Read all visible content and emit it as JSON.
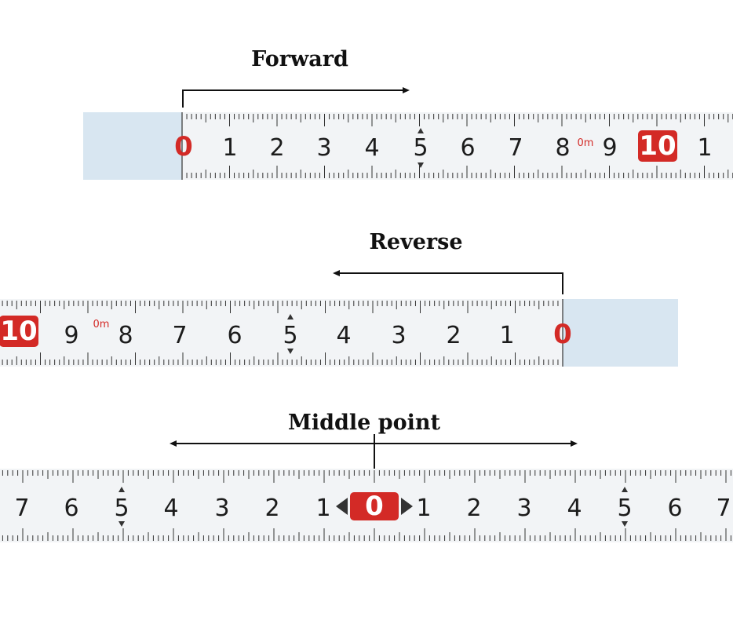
{
  "sections": [
    {
      "id": "forward",
      "title": "Forward",
      "direction": "right",
      "labels": [
        "0",
        "1",
        "2",
        "3",
        "4",
        "5",
        "6",
        "7",
        "8",
        "9",
        "10",
        "1"
      ],
      "sub_label": "0m",
      "highlight_labels": [
        "0",
        "10"
      ]
    },
    {
      "id": "reverse",
      "title": "Reverse",
      "direction": "left",
      "labels": [
        "10",
        "9",
        "8",
        "7",
        "6",
        "5",
        "4",
        "3",
        "2",
        "1",
        "0"
      ],
      "sub_label": "0m",
      "highlight_labels": [
        "10",
        "0"
      ]
    },
    {
      "id": "middle",
      "title": "Middle point",
      "direction": "both",
      "labels": [
        "7",
        "6",
        "5",
        "4",
        "3",
        "2",
        "1",
        "0",
        "1",
        "2",
        "3",
        "4",
        "5",
        "6",
        "7"
      ],
      "center_label": "0"
    }
  ],
  "colors": {
    "tape": "#f2f4f6",
    "tape_edge": "#d8e6f1",
    "digit": "#1c1c1c",
    "red": "#d32a26",
    "tick": "#333333",
    "arrow": "#111111"
  }
}
